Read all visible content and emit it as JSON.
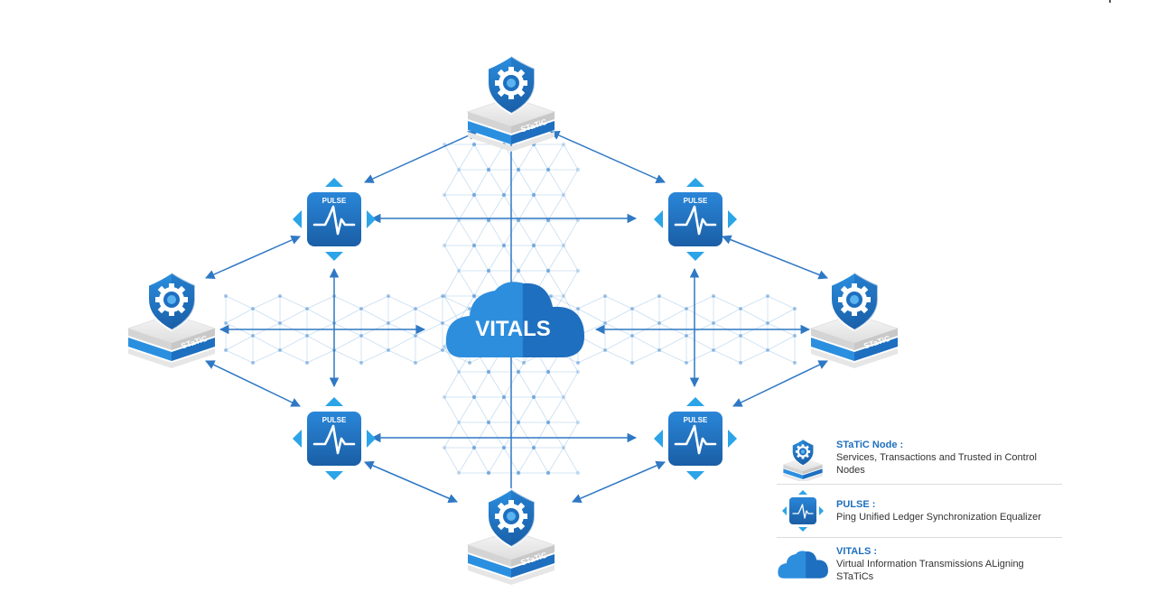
{
  "diagram": {
    "center_label": "VITALS",
    "pulse_label": "PULSE",
    "static_label": "STaTiC"
  },
  "legend": {
    "items": [
      {
        "title": "STaTiC Node :",
        "desc": "Services, Transactions and Trusted in Control Nodes",
        "icon": "static-node-icon"
      },
      {
        "title": "PULSE :",
        "desc": "Ping Unified Ledger Synchronization Equalizer",
        "icon": "pulse-icon"
      },
      {
        "title": "VITALS :",
        "desc": "Virtual Information Transmissions ALigning STaTiCs",
        "icon": "cloud-icon"
      }
    ]
  },
  "colors": {
    "primary_blue": "#1e6fbf",
    "light_blue": "#2ba4e8",
    "dark_blue": "#1a5fa8",
    "line_blue": "#2f78c4",
    "mesh_blue": "#9cc3e6"
  }
}
